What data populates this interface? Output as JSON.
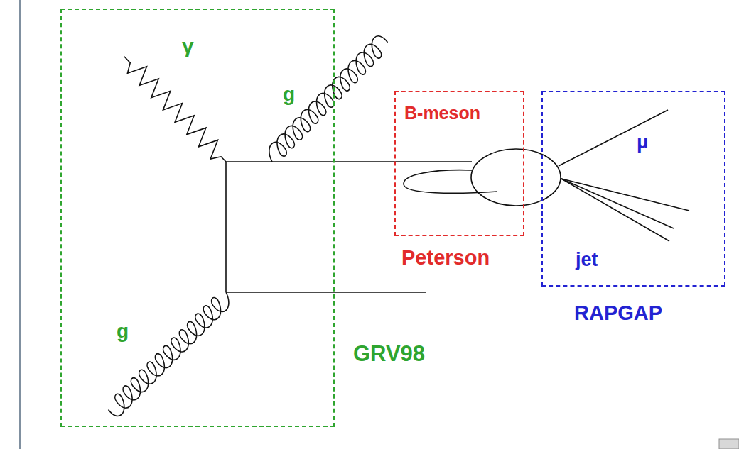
{
  "diagram": {
    "nodes": [
      {
        "text": [
          "GRV98"
        ]
      },
      {
        "text": [
          "B-meson",
          "Peterson"
        ]
      },
      {
        "text": [
          "RAPGAP"
        ]
      }
    ],
    "labels": [
      "γ",
      "g",
      "g",
      "μ",
      "jet"
    ]
  }
}
